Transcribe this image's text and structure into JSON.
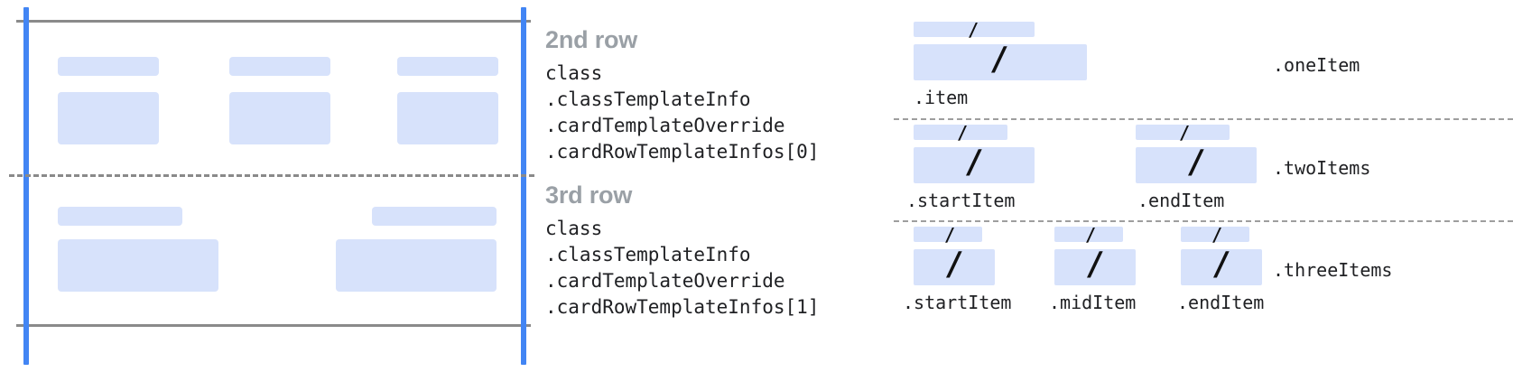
{
  "diagram": {
    "title_implicit": "card row template structure",
    "colors": {
      "placeholder_fill": "#d7e2fb",
      "guide_blue": "#4285f4",
      "rule_gray": "#8a8a8a",
      "heading_gray": "#9aa0a6",
      "code_text": "#202124"
    }
  },
  "left_panel": {
    "name": "card-preview",
    "rows": [
      {
        "name": "row-0",
        "cells": [
          {
            "label_bar": true,
            "body_bar": true
          },
          {
            "label_bar": true,
            "body_bar": true
          },
          {
            "label_bar": true,
            "body_bar": true
          }
        ]
      },
      {
        "name": "row-1",
        "cells": [
          {
            "label_bar": true,
            "body_bar": true
          },
          {
            "label_bar": true,
            "body_bar": true
          }
        ]
      }
    ]
  },
  "annotations": [
    {
      "heading": "2nd row",
      "code": [
        "class",
        ".classTemplateInfo",
        ".cardTemplateOverride",
        ".cardRowTemplateInfos[0]"
      ]
    },
    {
      "heading": "3rd row",
      "code": [
        "class",
        ".classTemplateInfo",
        ".cardTemplateOverride",
        ".cardRowTemplateInfos[1]"
      ]
    }
  ],
  "variants": [
    {
      "name": "one-item",
      "variant_label": ".oneItem",
      "slots": [
        {
          "label": ".item",
          "slash": "/"
        }
      ]
    },
    {
      "name": "two-items",
      "variant_label": ".twoItems",
      "slots": [
        {
          "label": ".startItem",
          "slash": "/"
        },
        {
          "label": ".endItem",
          "slash": "/"
        }
      ]
    },
    {
      "name": "three-items",
      "variant_label": ".threeItems",
      "slots": [
        {
          "label": ".startItem",
          "slash": "/"
        },
        {
          "label": ".midItem",
          "slash": "/"
        },
        {
          "label": ".endItem",
          "slash": "/"
        }
      ]
    }
  ]
}
